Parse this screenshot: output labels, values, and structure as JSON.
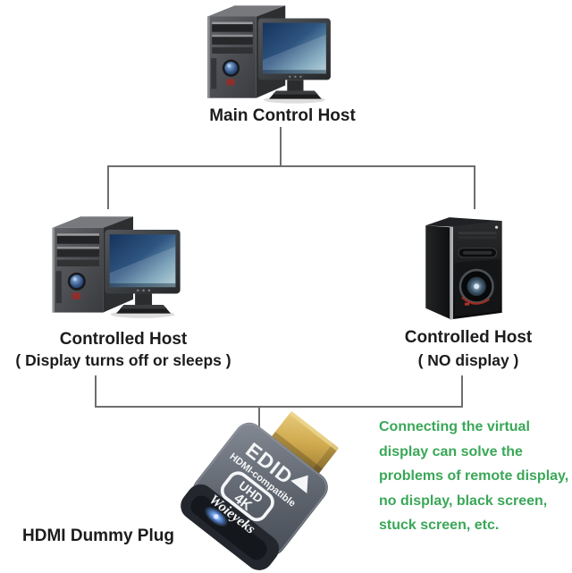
{
  "main_host": {
    "label": "Main Control Host"
  },
  "left_host": {
    "label": "Controlled Host",
    "condition": "( Display turns off or sleeps )"
  },
  "right_host": {
    "label": "Controlled Host",
    "condition": "( NO display )"
  },
  "plug": {
    "label": "HDMI Dummy Plug",
    "markings": {
      "title": "EDID",
      "subtitle": "HDMI-compatible",
      "badge_top": "UHD",
      "badge_bottom": "4K",
      "brand": "Woieyeks"
    }
  },
  "note": {
    "color": "#3aa757",
    "lines": [
      "Connecting the virtual",
      "display can solve the",
      "problems of remote display,",
      "no display, black screen,",
      "stuck screen, etc."
    ]
  },
  "colors": {
    "background": "#ffffff",
    "label_text": "#1c1c1c",
    "connector_line": "#6e6e6e",
    "note_green": "#3aa757",
    "plug_body_gray": "#5e646d",
    "plug_connector_gold": "#c9a94f",
    "plug_led_blue": "#6f9fe8"
  }
}
